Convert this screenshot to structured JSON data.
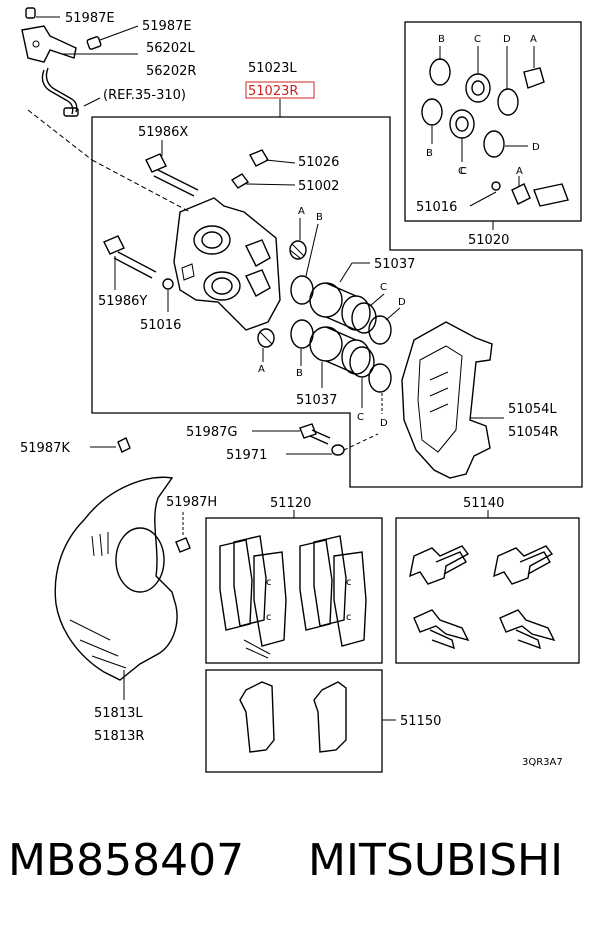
{
  "labels": {
    "p51987E_a": "51987E",
    "p51987E_b": "51987E",
    "p56202L": "56202L",
    "p56202R": "56202R",
    "ref": "(REF.35-310)",
    "p51023L": "51023L",
    "p51023R": "51023R",
    "p51986X": "51986X",
    "p51026": "51026",
    "p51002": "51002",
    "p51986Y": "51986Y",
    "p51016_main": "51016",
    "p51037_top": "51037",
    "p51037_bottom": "51037",
    "p51054L": "51054L",
    "p51054R": "51054R",
    "p51987G": "51987G",
    "p51971": "51971",
    "p51987K": "51987K",
    "p51987H": "51987H",
    "p51120": "51120",
    "p51140": "51140",
    "p51150": "51150",
    "p51813L": "51813L",
    "p51813R": "51813R",
    "p51016_kit": "51016",
    "p51020": "51020",
    "diagram_code": "3QR3A7"
  },
  "kit_letters": {
    "top": [
      "B",
      "C",
      "D",
      "A"
    ],
    "mid": [
      "B",
      "C",
      "D"
    ],
    "bottom": [
      "C",
      "A"
    ]
  },
  "caliper_letters": {
    "a_top": "A",
    "b_top": "B",
    "c_right": "C",
    "d_right": "D",
    "a_bottom": "A",
    "b_bottom": "B",
    "c_bottom": "C",
    "d_bottom": "D"
  },
  "footer": {
    "part_number": "MB858407",
    "brand": "MITSUBISHI"
  },
  "colors": {
    "line": "#000000",
    "highlight": "#cc2222",
    "background": "#ffffff"
  }
}
